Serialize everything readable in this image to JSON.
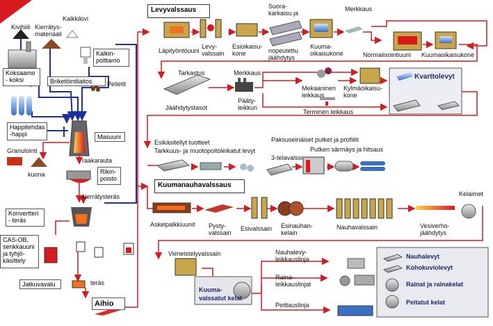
{
  "colors": {
    "flow_red": "#d71920",
    "flow_blue": "#1d2f9b",
    "section_title": "#1b2a6b",
    "aihio_fill": "#e1271f"
  },
  "left": {
    "kivihiili": "Kivihiili",
    "kierratys_1": "Kierrätys-",
    "kierratys_2": "materiaali",
    "kalkkikivi": "Kalkkikivi",
    "kalkin_1": "Kalkin-",
    "kalkin_2": "polttamo",
    "koksaamo_1": "Koksaamo",
    "koksaamo_2": "- koksi",
    "briketointi": "Briketöintilaitos",
    "pelletit": "Pelletit",
    "happi_1": "Happitehdas",
    "happi_2": "-happi",
    "masuuni": "Masuuni",
    "granulointi": "Granulointi",
    "raakarauta": "raakarauta",
    "kuona": "kuona",
    "rikin_1": "Rikin-",
    "rikin_2": "poisto",
    "kierratysteras": "kierrätysteräs",
    "konvertteri_1": "Konvertteri",
    "konvertteri_2": "- teräs",
    "casob_1": "CAS-OB,",
    "casob_2": "senkkauuni",
    "casob_3": "ja tyhjö-",
    "casob_4": "käsittely",
    "jatkuvavalu": "Jatkuvavalu",
    "teras": "teräs",
    "aihio": "Aihio"
  },
  "plate": {
    "title": "Levyvalssaus",
    "lapityontouuni": "Läpityöntöuuni",
    "levyvalssain_1": "Levy-",
    "levyvalssain_2": "valssain",
    "esioikaisukone_1": "Esioikaisu-",
    "esioikaisukone_2": "kone",
    "suora_1": "Suora-",
    "suora_2": "karkaisu ja",
    "suora_3": "nopeutettu",
    "suora_4": "jäähdytys",
    "kuumaoikaisukone_1": "Kuuma-",
    "kuumaoikaisukone_2": "oikaisukone",
    "merkkaus_top": "Merkkaus",
    "normalisointiuuni": "Normalisointiuuni",
    "kuumaoikaisukone_b": "Kuumaoikaisukone",
    "tarkastus": "Tarkastus",
    "merkkaus_mid": "Merkkaus",
    "jaahdytystasot": "Jäähdytystasot",
    "paatyleikkuri_1": "Pääty-",
    "paatyleikkuri_2": "leikkuri",
    "mekaaninen_1": "Mekaaninen",
    "mekaaninen_2": "leikkaus",
    "kylmaoikaisukone_1": "Kylmäoikaisu-",
    "kylmaoikaisukone_2": "kone",
    "terminen": "Terminen  leikkaus",
    "kvarttolevyt": "Kvarttolevyt"
  },
  "products": {
    "esikasitellyt": "Esikäsitellyt tuotteet",
    "tarkkuus": "Tarkkuus- ja muotopoltoleikatut levyt",
    "paksuseinaiset": "Paksuseinäiset  putket ja profiilit",
    "kolmetela": "3-telavalssi",
    "putken": "Putken särmäys ja hitsaus"
  },
  "strip": {
    "title": "Kuumanauhavalssaus",
    "askelpalkkiuunit": "Askelpalkkiuunit",
    "pystyvalssain_1": "Pysty-",
    "pystyvalssain_2": "valssain",
    "esivalssain": "Esivalssain",
    "esinauhankelain_1": "Esinauhan-",
    "esinauhankelain_2": "kelain",
    "nauhavalssain": "Nauhavalssain",
    "vesivero_1": "Vesiverho-",
    "vesivero_2": "jäähdytys",
    "kelaimet": "Kelaimet",
    "viimeistely": "Viimeistelyvalssain",
    "nauhalevy_1": "Nauhalevy-",
    "nauhalevy_2": "leikkauslinja",
    "raina_1": "Raina-",
    "raina_2": "leikkauslinjat",
    "peittauslinja": "Peittauslinja",
    "kuumavalssatut_1": "Kuuma-",
    "kuumavalssatut_2": "valssatut kelat"
  },
  "legend": {
    "nauhalevyt": "Nauhalevyt",
    "kohokuviolevyt": "Kohokuviolevyt",
    "rainat": "Rainat ja rainakelat",
    "peitatut": "Peitatut kelat"
  }
}
